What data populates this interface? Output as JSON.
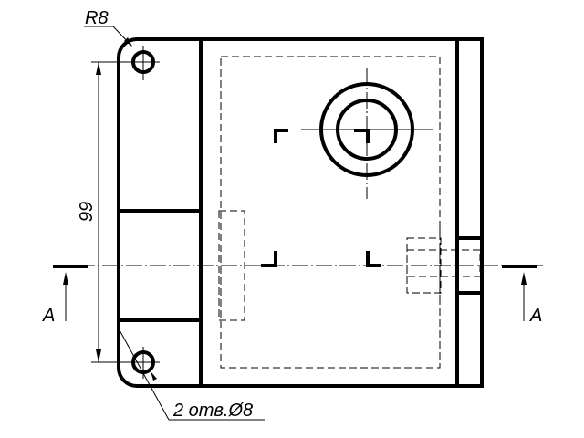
{
  "drawing": {
    "radius_label": "R8",
    "dimension_label": "99",
    "holes_label": "2 отв.Ø8",
    "section_left_label": "A",
    "section_right_label": "A"
  }
}
